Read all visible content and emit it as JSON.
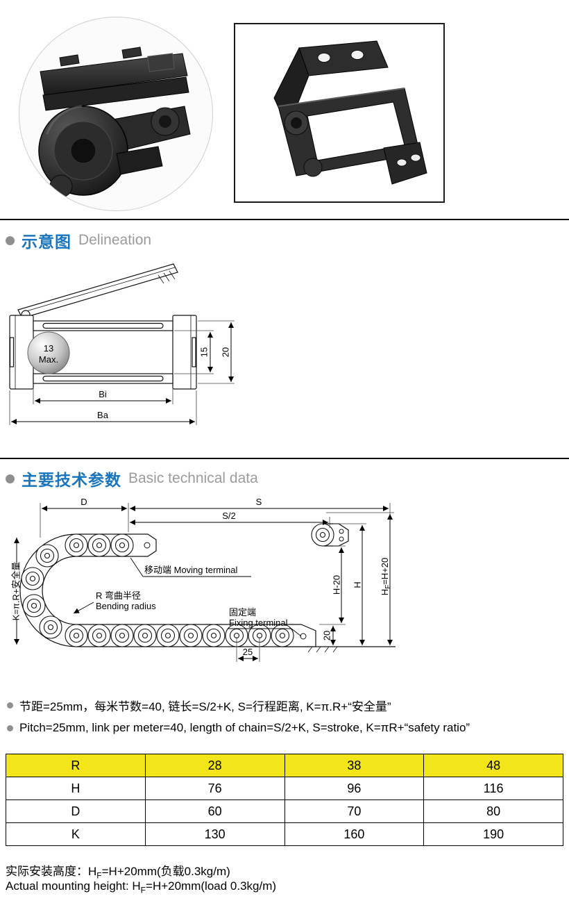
{
  "colors": {
    "accent_blue": "#1a75bc",
    "section_english_gray": "#9b9b9b",
    "bullet_gray": "#8f8f8f",
    "table_header_yellow": "#f2e519",
    "line_black": "#000000"
  },
  "sections": {
    "delineation": {
      "zh": "示意图",
      "en": "Delineation"
    },
    "technical": {
      "zh": "主要技术参数",
      "en": "Basic technical data"
    }
  },
  "delineation": {
    "ball_value": "13",
    "ball_unit": "Max.",
    "dim_inner_height": "15",
    "dim_outer_height": "20",
    "dim_bi": "Bi",
    "dim_ba": "Ba"
  },
  "diagram": {
    "dim_d": "D",
    "dim_s": "S",
    "dim_s2": "S/2",
    "moving_label": "移动端 Moving terminal",
    "bending_zh": "R 弯曲半径",
    "bending_en": "Bending radius",
    "fixing_zh": "固定端",
    "fixing_en": "Fixing terminal",
    "k_label": "K=π.R+安全量",
    "dim_h20": "H-20",
    "dim_h": "H",
    "hf_pre": "H",
    "hf_sub": "F",
    "hf_post": "=H+20",
    "dim_20": "20",
    "dim_25": "25"
  },
  "notes": [
    {
      "text": "节距=25mm，每米节数=40, 链长=S/2+K, S=行程距离, K=π.R+“安全量”"
    },
    {
      "text": "Pitch=25mm, link per meter=40, length of chain=S/2+K, S=stroke, K=πR+“safety ratio”"
    }
  ],
  "table": {
    "header": [
      "R",
      "28",
      "38",
      "48"
    ],
    "rows": [
      [
        "H",
        "76",
        "96",
        "116"
      ],
      [
        "D",
        "60",
        "70",
        "80"
      ],
      [
        "K",
        "130",
        "160",
        "190"
      ]
    ]
  },
  "footer": {
    "zh_pre": "实际安装高度：H",
    "zh_sub": "F",
    "zh_post": "=H+20mm(负载0.3kg/m)",
    "en_pre": "Actual mounting height: H",
    "en_sub": "F",
    "en_post": "=H+20mm(load 0.3kg/m)"
  }
}
